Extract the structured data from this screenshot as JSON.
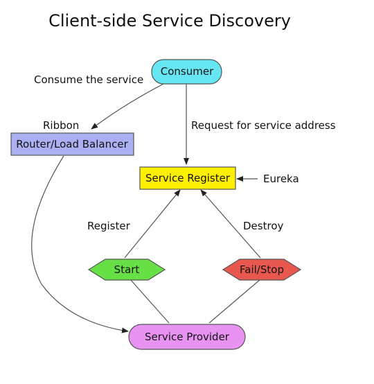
{
  "title": "Client-side Service Discovery",
  "nodes": {
    "consumer": {
      "label": "Consumer",
      "fill": "#66e6f2"
    },
    "router": {
      "label": "Router/Load Balancer",
      "fill": "#aab0f2"
    },
    "registry": {
      "label": "Service Register",
      "fill": "#fff000"
    },
    "start": {
      "label": "Start",
      "fill": "#66e044"
    },
    "failstop": {
      "label": "Fail/Stop",
      "fill": "#e8584e"
    },
    "provider": {
      "label": "Service Provider",
      "fill": "#e892f2"
    }
  },
  "edge_labels": {
    "consume": "Consume the service",
    "ribbon": "Ribbon",
    "request": "Request for service address",
    "eureka": "Eureka",
    "register": "Register",
    "destroy": "Destroy"
  }
}
